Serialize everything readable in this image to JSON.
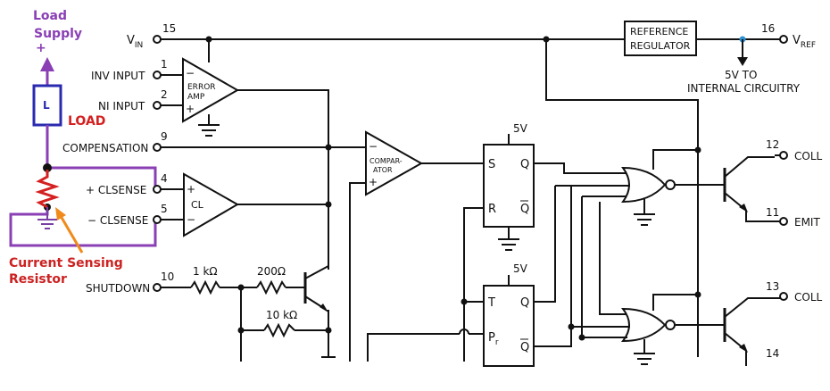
{
  "annotations": {
    "load_supply_line1": "Load",
    "load_supply_line2": "Supply",
    "plus": "+",
    "load_box_letter": "L",
    "load_label": "LOAD",
    "current_sense_line1": "Current Sensing",
    "current_sense_line2": "Resistor"
  },
  "pins": {
    "vin": "V",
    "vin_sub": "IN",
    "vin_num": "15",
    "inv_input": "INV INPUT",
    "inv_num": "1",
    "ni_input": "NI INPUT",
    "ni_num": "2",
    "compensation": "COMPENSATION",
    "comp_num": "9",
    "clsense_plus": "+ CLSENSE",
    "clsense_plus_num": "4",
    "clsense_minus": "− CLSENSE",
    "clsense_minus_num": "5",
    "shutdown": "SHUTDOWN",
    "shutdown_num": "10",
    "vref": "V",
    "vref_sub": "REF",
    "vref_num": "16",
    "coll1": "COLL",
    "coll1_num": "12",
    "emit1": "EMIT",
    "emit1_num": "11",
    "coll2": "COLL",
    "coll2_num": "13",
    "emit2_num": "14"
  },
  "blocks": {
    "error_amp_1": "ERROR",
    "error_amp_2": "AMP",
    "cl": "CL",
    "comparator_1": "COMPAR-",
    "comparator_2": "ATOR",
    "ref_reg_1": "REFERENCE",
    "ref_reg_2": "REGULATOR",
    "internal_1": "5V TO",
    "internal_2": "INTERNAL CIRCUITRY",
    "ff_top_supply": "5V",
    "ff_bottom_supply": "5V",
    "ff_s": "S",
    "ff_r": "R",
    "ff_q": "Q",
    "ff_qbar": "Q",
    "ff_t": "T",
    "ff_pr": "P",
    "ff_pr_sub": "r",
    "ff2_q": "Q",
    "ff2_qbar": "Q"
  },
  "components": {
    "r_1k": "1 kΩ",
    "r_200": "200Ω",
    "r_10k": "10 kΩ"
  }
}
